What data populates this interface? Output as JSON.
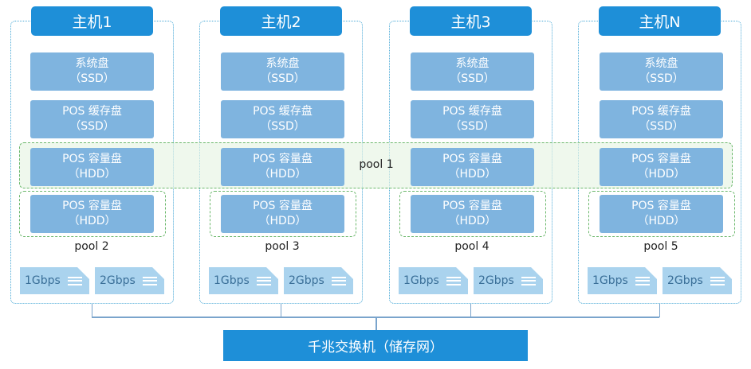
{
  "hosts": [
    {
      "title": "主机1"
    },
    {
      "title": "主机2"
    },
    {
      "title": "主机3"
    },
    {
      "title": "主机N"
    }
  ],
  "disks": {
    "system": {
      "line1": "系统盘",
      "line2": "（SSD）"
    },
    "cache": {
      "line1": "POS 缓存盘",
      "line2": "（SSD）"
    },
    "capacity_a": {
      "line1": "POS 容量盘",
      "line2": "（HDD）"
    },
    "capacity_b": {
      "line1": "POS 容量盘",
      "line2": "（HDD）"
    }
  },
  "pools": {
    "shared": "pool 1",
    "per_host": [
      "pool 2",
      "pool 3",
      "pool 4",
      "pool 5"
    ]
  },
  "nics": [
    "1Gbps",
    "2Gbps"
  ],
  "switch": {
    "label": "千兆交换机（储存网）"
  },
  "colors": {
    "host_title": "#1e8fd8",
    "disk": "#7fb4df",
    "nic": "#aad3ee",
    "pool_border": "#6cb86c",
    "frame_border": "#4aa9d6",
    "wire": "#7aa4cc",
    "switch": "#1e8fd8"
  }
}
